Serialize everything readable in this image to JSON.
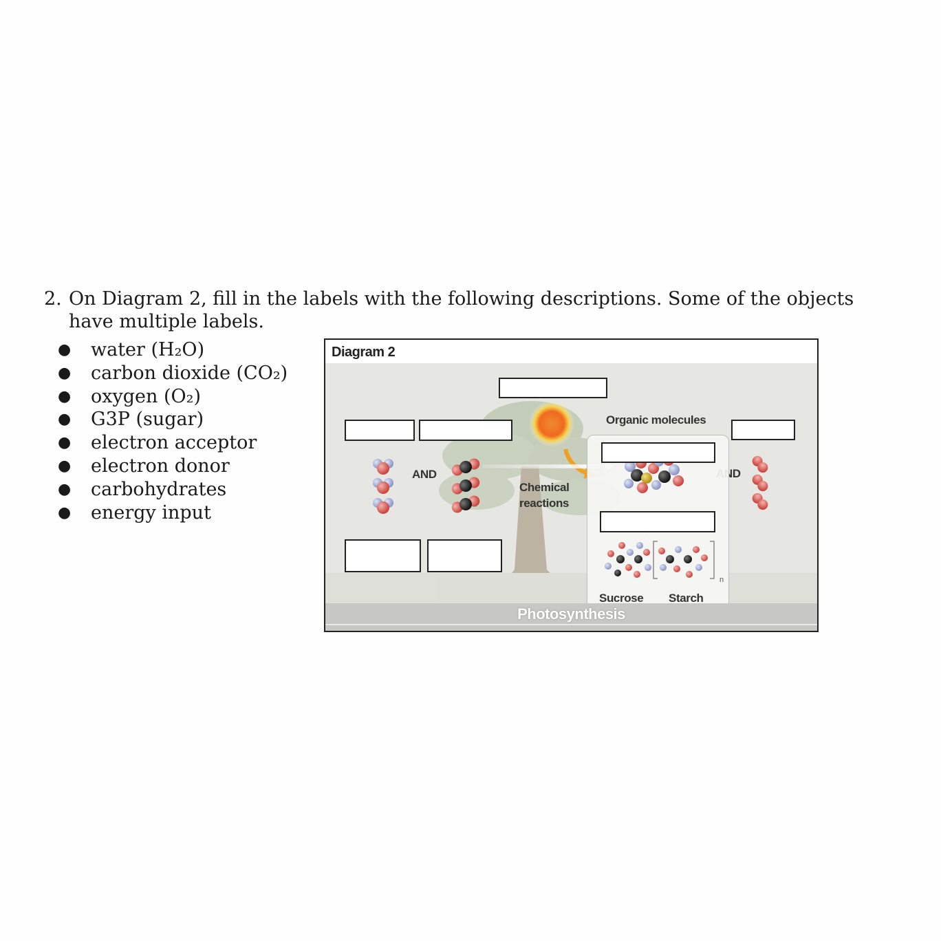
{
  "question": {
    "number": "2.",
    "text": "On Diagram 2, fill in the labels with the following descriptions. Some of the objects have multiple labels."
  },
  "items": [
    "water (H₂O)",
    "carbon dioxide (CO₂)",
    "oxygen (O₂)",
    "G3P (sugar)",
    "electron acceptor",
    "electron donor",
    "carbohydrates",
    "energy input"
  ],
  "diagram": {
    "title": "Diagram 2",
    "and_left": "AND",
    "and_right": "AND",
    "chemical_reactions": [
      "Chemical",
      "reactions"
    ],
    "organic_molecules": "Organic molecules",
    "sucrose": "Sucrose",
    "starch": "Starch",
    "subscript_n": "n",
    "footer": "Photosynthesis"
  }
}
